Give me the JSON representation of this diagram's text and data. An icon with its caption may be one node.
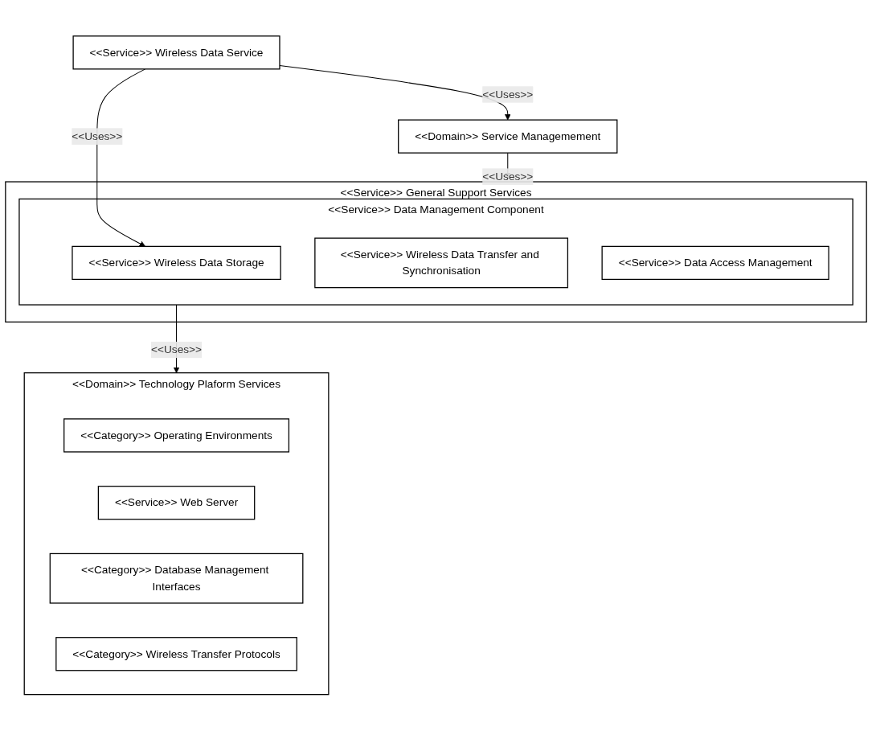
{
  "diagram": {
    "nodes": [
      {
        "text": [
          "<<Service>> Wireless Data Service"
        ]
      },
      {
        "text": [
          "<<Domain>> Service Managemement"
        ]
      },
      {
        "text": [
          "<<Service>> General Support Services"
        ]
      },
      {
        "text": [
          "<<Service>> Data Management Component"
        ],
        "in": 2
      },
      {
        "text": [
          "<<Service>> Wireless Data Storage"
        ],
        "in": 3
      },
      {
        "text": [
          "<<Service>> Wireless Data Transfer and Synchronisation"
        ],
        "in": 3
      },
      {
        "text": [
          "<<Service>> Data Access Management"
        ],
        "in": 3
      },
      {
        "text": [
          "<<Domain>> Technology Plaform Services"
        ]
      },
      {
        "text": [
          "<<Category>> Operating Environments"
        ],
        "in": 7
      },
      {
        "text": [
          "<<Service>> Web Server"
        ],
        "in": 7
      },
      {
        "text": [
          "<<Category>> Database Management Interfaces"
        ],
        "in": 7
      },
      {
        "text": [
          "<<Category>> Wireless Transfer Protocols"
        ],
        "in": 7
      }
    ],
    "edges": [
      {
        "from": 0,
        "to": 1,
        "arrow": "to",
        "label": "<<Uses>>"
      },
      {
        "from": 0,
        "to": 4,
        "arrow": "to",
        "label": "<<Uses>>"
      },
      {
        "from": 1,
        "to": 3,
        "arrow": "to",
        "label": "<<Uses>>"
      },
      {
        "from": 3,
        "to": 7,
        "arrow": "to",
        "label": "<<Uses>>"
      }
    ]
  }
}
